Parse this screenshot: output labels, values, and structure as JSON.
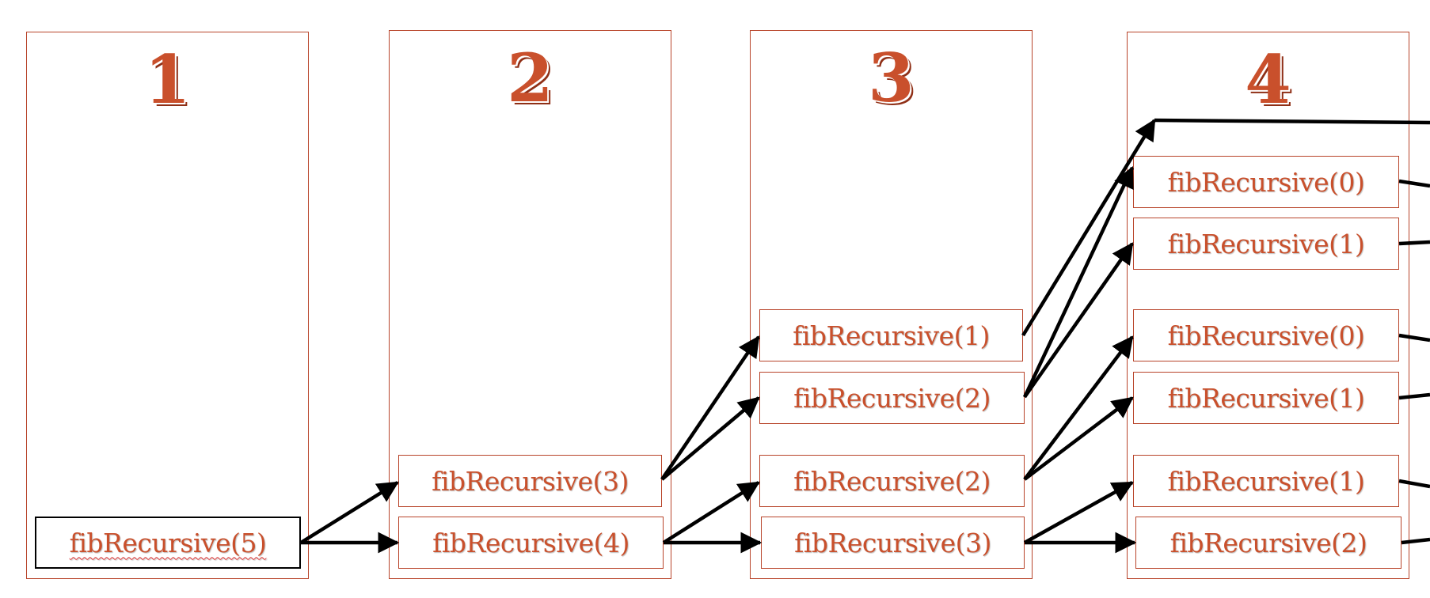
{
  "columns": [
    {
      "number": "1"
    },
    {
      "number": "2"
    },
    {
      "number": "3"
    },
    {
      "number": "4"
    }
  ],
  "calls": {
    "c1_root": "fibRecursive(5)",
    "c2_a": "fibRecursive(3)",
    "c2_b": "fibRecursive(4)",
    "c3_a": "fibRecursive(1)",
    "c3_b": "fibRecursive(2)",
    "c3_c": "fibRecursive(2)",
    "c3_d": "fibRecursive(3)",
    "c4_a": "fibRecursive(0)",
    "c4_b": "fibRecursive(1)",
    "c4_c": "fibRecursive(0)",
    "c4_d": "fibRecursive(1)",
    "c4_e": "fibRecursive(1)",
    "c4_f": "fibRecursive(2)"
  },
  "colors": {
    "accent": "#c9502c",
    "border": "#b8442a",
    "arrow": "#000000"
  }
}
